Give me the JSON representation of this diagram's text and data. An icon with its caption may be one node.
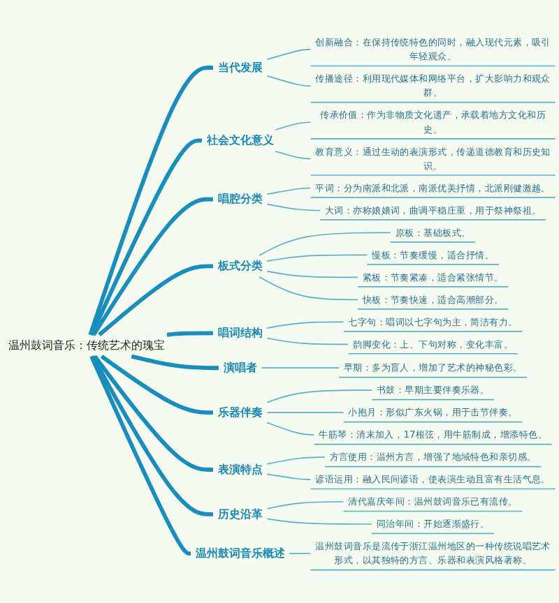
{
  "diagram": {
    "nodes": [
      {
        "text": [
          "当代发展"
        ]
      },
      {
        "text": [
          "创新融合：在保持传统特色的同时，融入现代元素，吸引年轻观众。"
        ]
      },
      {
        "text": [
          "传播途径：利用现代媒体和网络平台，扩大影响力和观众群。"
        ]
      },
      {
        "text": [
          "社会文化意义"
        ]
      },
      {
        "text": [
          "传承价值：作为非物质文化遗产，承载着地方文化和历史。"
        ]
      },
      {
        "text": [
          "教育意义：通过生动的表演形式，传递道德教育和历史知识。"
        ]
      },
      {
        "text": [
          "唱腔分类"
        ]
      },
      {
        "text": [
          "平词：分为南派和北派，南派优美抒情，北派刚健激越。"
        ]
      },
      {
        "text": [
          "大词：亦称娘娘词，曲调平稳庄重，用于祭神祭祖。"
        ]
      },
      {
        "text": [
          "板式分类"
        ]
      },
      {
        "text": [
          "原板：基础板式。"
        ]
      },
      {
        "text": [
          "慢板：节奏缓慢，适合抒情。"
        ]
      },
      {
        "text": [
          "紧板：节奏紧凑，适合紧张情节。"
        ]
      },
      {
        "text": [
          "快板：节奏快速，适合高潮部分。"
        ]
      },
      {
        "text": [
          "唱词结构"
        ]
      },
      {
        "text": [
          "七字句：唱词以七字句为主，简洁有力。"
        ]
      },
      {
        "text": [
          "韵脚变化：上、下句对称，变化丰富。"
        ]
      },
      {
        "text": [
          "演唱者"
        ]
      },
      {
        "text": [
          "早期：多为盲人，增加了艺术的神秘色彩。"
        ]
      },
      {
        "text": [
          "乐器伴奏"
        ]
      },
      {
        "text": [
          "书鼓：早期主要伴奏乐器。"
        ]
      },
      {
        "text": [
          "小抱月：形似广东火锅，用于击节伴奏。"
        ]
      },
      {
        "text": [
          "牛筋琴：清末加入，17根弦，用牛筋制成，增添特色。"
        ]
      },
      {
        "text": [
          "表演特点"
        ]
      },
      {
        "text": [
          "方言使用：温州方言，增强了地域特色和亲切感。"
        ]
      },
      {
        "text": [
          "谚语运用：融入民间谚语，使表演生动且富有生活气息。"
        ]
      },
      {
        "text": [
          "历史沿革"
        ]
      },
      {
        "text": [
          "清代嘉庆年间：温州鼓词音乐已有流传。"
        ]
      },
      {
        "text": [
          "同治年间：开始逐渐盛行。"
        ]
      },
      {
        "text": [
          "温州鼓词音乐概述"
        ]
      },
      {
        "text": [
          "温州鼓词音乐是流传于浙江温州地区的一种传统说唱艺术形式，以其独特的方言、乐器和表演风格著称。"
        ]
      },
      {
        "text": [
          "温州鼓词音乐：传统艺术的瑰宝"
        ]
      }
    ],
    "edges": [
      {
        "from": 31,
        "to": 0,
        "arrow": "none",
        "style": "thick",
        "color": "#1b8dbd"
      },
      {
        "from": 31,
        "to": 3,
        "arrow": "none",
        "style": "thick",
        "color": "#1b8dbd"
      },
      {
        "from": 31,
        "to": 6,
        "arrow": "none",
        "style": "thick",
        "color": "#1b8dbd"
      },
      {
        "from": 31,
        "to": 9,
        "arrow": "none",
        "style": "thick",
        "color": "#1b8dbd"
      },
      {
        "from": 31,
        "to": 14,
        "arrow": "none",
        "style": "thick",
        "color": "#1b8dbd"
      },
      {
        "from": 31,
        "to": 17,
        "arrow": "none",
        "style": "thick",
        "color": "#1b8dbd"
      },
      {
        "from": 31,
        "to": 19,
        "arrow": "none",
        "style": "thick",
        "color": "#1b8dbd"
      },
      {
        "from": 31,
        "to": 23,
        "arrow": "none",
        "style": "thick",
        "color": "#1b8dbd"
      },
      {
        "from": 31,
        "to": 26,
        "arrow": "none",
        "style": "thick",
        "color": "#1b8dbd"
      },
      {
        "from": 31,
        "to": 29,
        "arrow": "none",
        "style": "thick",
        "color": "#1b8dbd"
      },
      {
        "from": 0,
        "to": 1,
        "arrow": "none"
      },
      {
        "from": 0,
        "to": 2,
        "arrow": "none"
      },
      {
        "from": 3,
        "to": 4,
        "arrow": "none"
      },
      {
        "from": 3,
        "to": 5,
        "arrow": "none"
      },
      {
        "from": 6,
        "to": 7,
        "arrow": "none"
      },
      {
        "from": 6,
        "to": 8,
        "arrow": "none"
      },
      {
        "from": 9,
        "to": 10,
        "arrow": "none"
      },
      {
        "from": 9,
        "to": 11,
        "arrow": "none"
      },
      {
        "from": 9,
        "to": 12,
        "arrow": "none"
      },
      {
        "from": 9,
        "to": 13,
        "arrow": "none"
      },
      {
        "from": 14,
        "to": 15,
        "arrow": "none"
      },
      {
        "from": 14,
        "to": 16,
        "arrow": "none"
      },
      {
        "from": 17,
        "to": 18,
        "arrow": "none"
      },
      {
        "from": 19,
        "to": 20,
        "arrow": "none"
      },
      {
        "from": 19,
        "to": 21,
        "arrow": "none"
      },
      {
        "from": 19,
        "to": 22,
        "arrow": "none"
      },
      {
        "from": 23,
        "to": 24,
        "arrow": "none"
      },
      {
        "from": 23,
        "to": 25,
        "arrow": "none"
      },
      {
        "from": 26,
        "to": 27,
        "arrow": "none"
      },
      {
        "from": 26,
        "to": 28,
        "arrow": "none"
      },
      {
        "from": 29,
        "to": 30,
        "arrow": "none"
      }
    ]
  }
}
